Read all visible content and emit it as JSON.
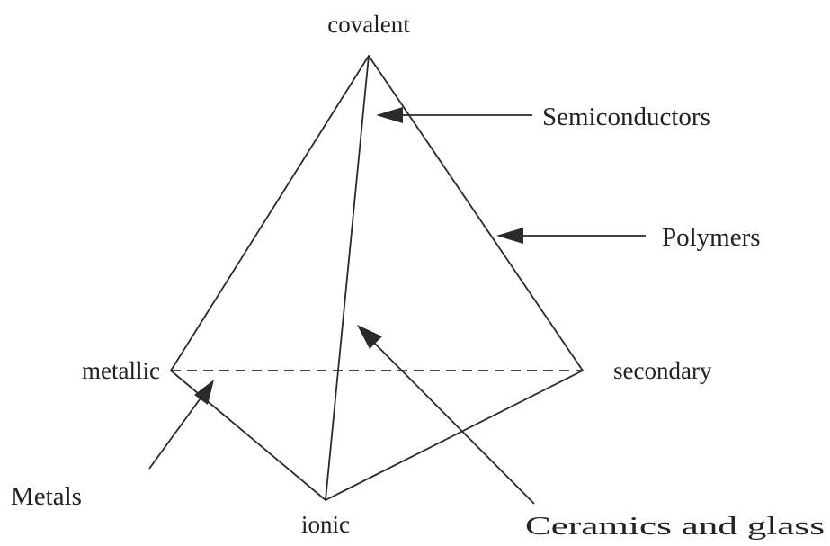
{
  "vertices": {
    "top": "covalent",
    "left": "metallic",
    "right": "secondary",
    "bottom": "ionic"
  },
  "pointers": {
    "semiconductors": "Semiconductors",
    "polymers": "Polymers",
    "metals": "Metals",
    "ceramics": "Ceramics and glass"
  }
}
